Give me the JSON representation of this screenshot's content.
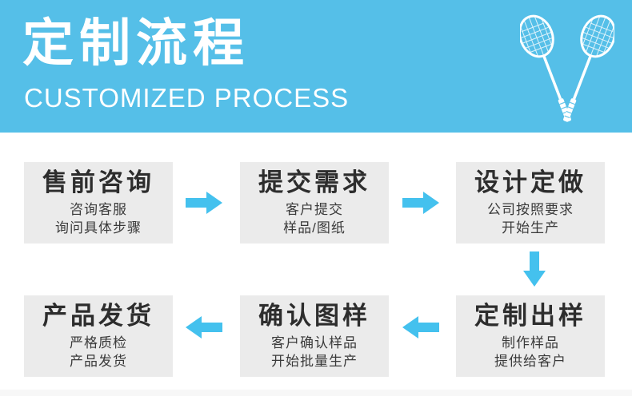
{
  "banner": {
    "title": "定制流程",
    "subtitle": "CUSTOMIZED PROCESS",
    "bg_color": "#55bfe8",
    "text_color": "#ffffff"
  },
  "colors": {
    "arrow": "#44c1ee",
    "box_bg": "#ebebeb",
    "title_text": "#2d2d2d",
    "body_text": "#3a3a3a",
    "bottom_strip": "#f7f7f7"
  },
  "steps": [
    {
      "title": "售前咨询",
      "lines": [
        "咨询客服",
        "询问具体步骤"
      ]
    },
    {
      "title": "提交需求",
      "lines": [
        "客户提交",
        "样品/图纸"
      ]
    },
    {
      "title": "设计定做",
      "lines": [
        "公司按照要求",
        "开始生产"
      ]
    },
    {
      "title": "定制出样",
      "lines": [
        "制作样品",
        "提供给客户"
      ]
    },
    {
      "title": "确认图样",
      "lines": [
        "客户确认样品",
        "开始批量生产"
      ]
    },
    {
      "title": "产品发货",
      "lines": [
        "严格质检",
        "产品发货"
      ]
    }
  ]
}
